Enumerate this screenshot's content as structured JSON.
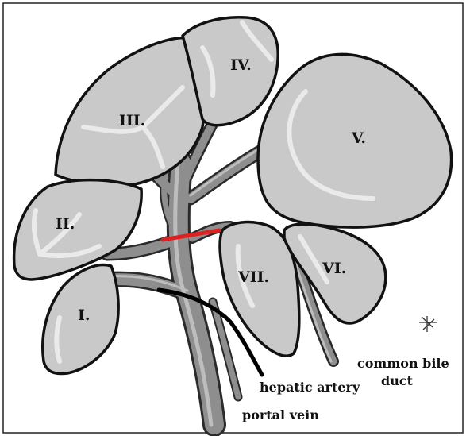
{
  "lobes": {
    "I": "I.",
    "II": "II.",
    "III": "III.",
    "IV": "IV.",
    "V": "V.",
    "VI": "VI.",
    "VII": "VII."
  },
  "captions": {
    "hepatic_artery": "hepatic artery",
    "portal_vein": "portal vein",
    "common_bile_duct_line1": "common bile",
    "common_bile_duct_line2": "duct"
  },
  "colors": {
    "lobe_fill": "#c9c9c9",
    "vessel": "#8e8e8e",
    "artery": "#000000",
    "resection_line": "#e02020"
  }
}
